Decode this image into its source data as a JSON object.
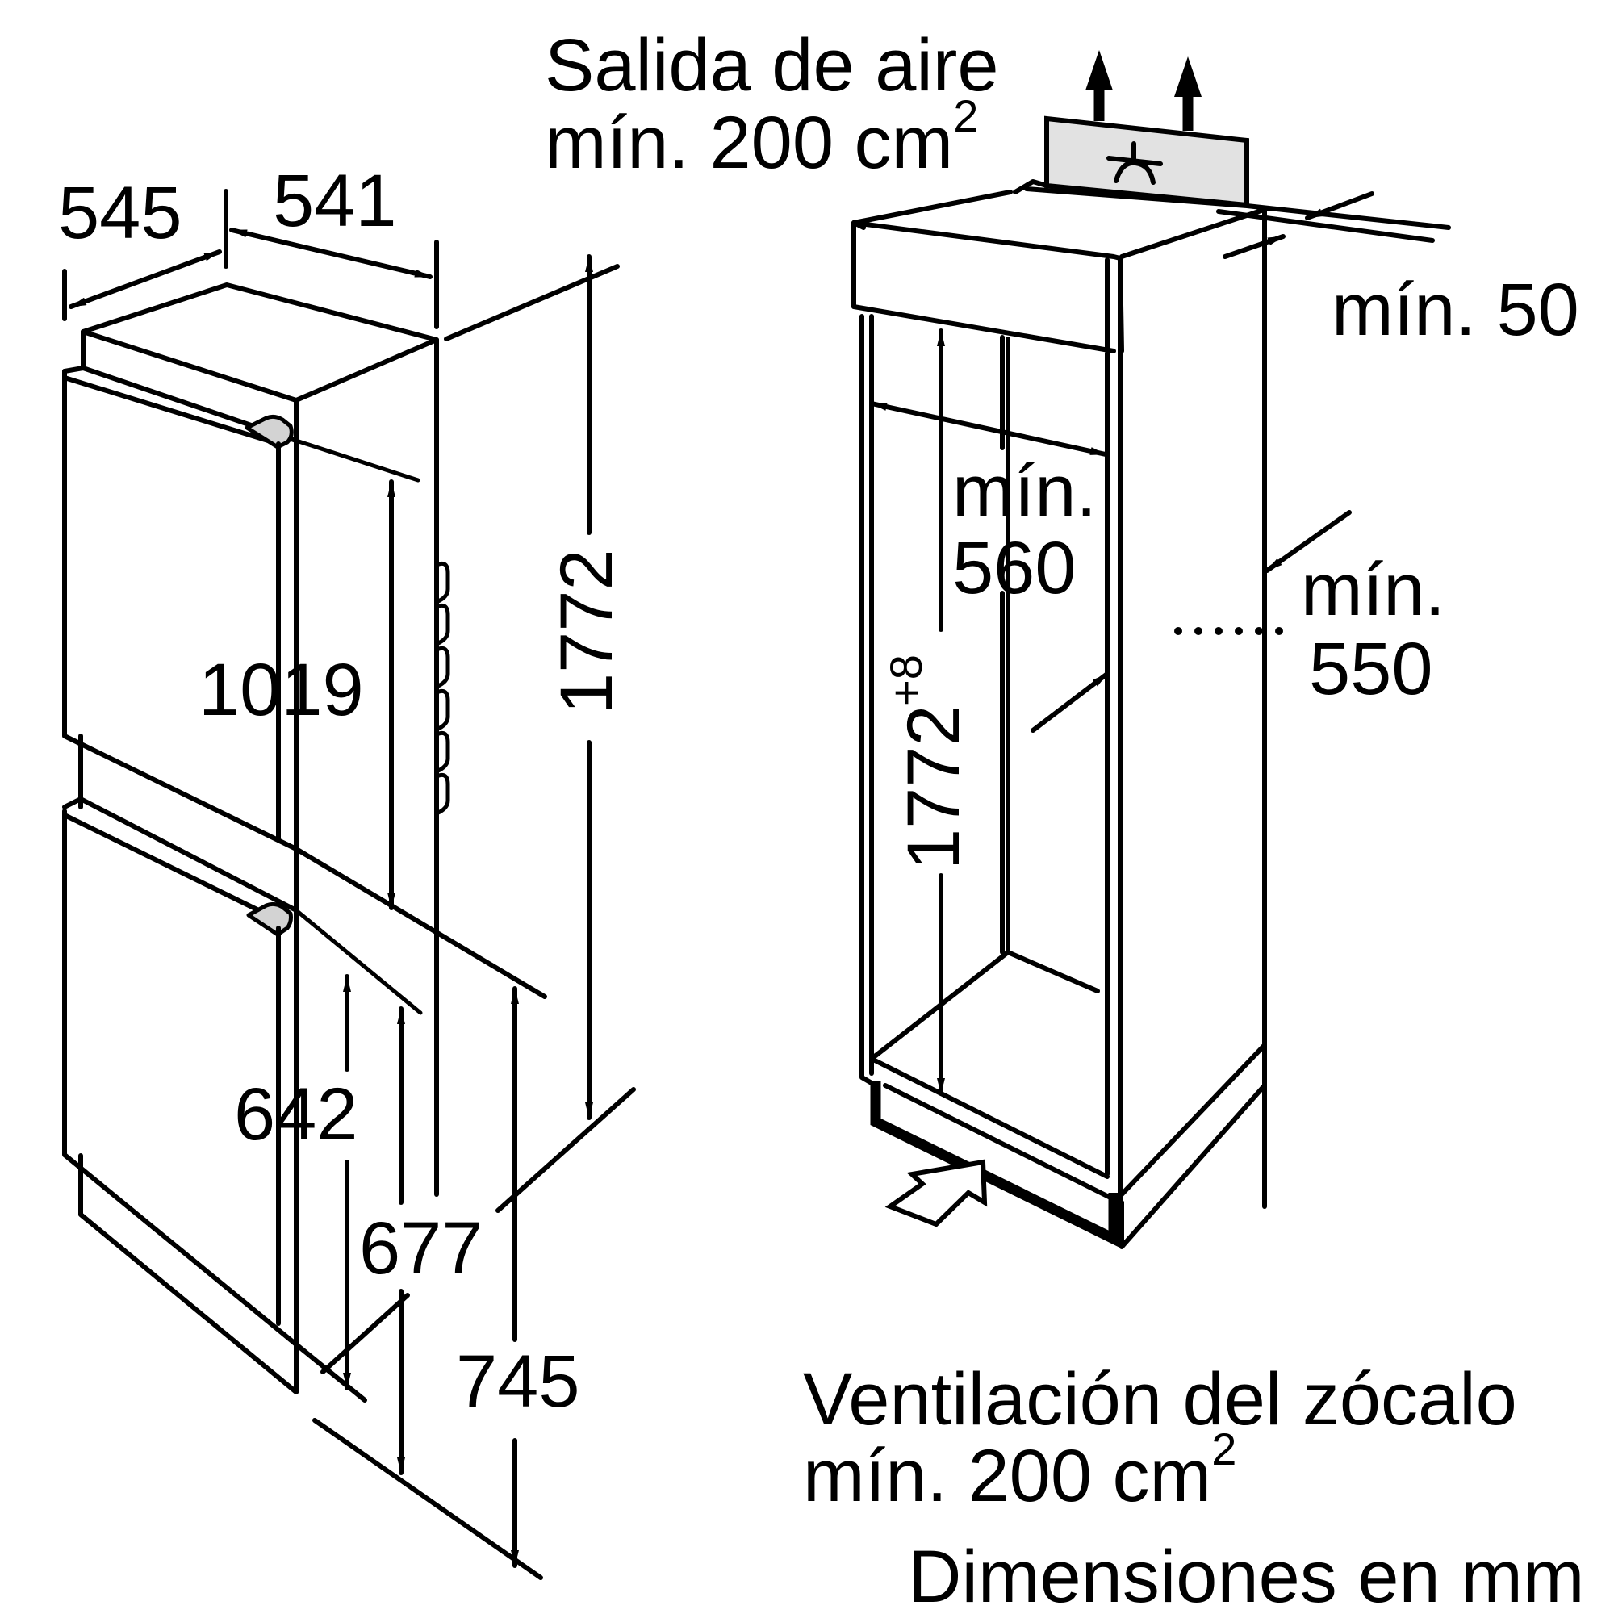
{
  "colors": {
    "line": "#000000",
    "background": "#ffffff",
    "vent_panel_fill": "#e2e2e2",
    "handle_fill": "#d3d3d3"
  },
  "icons": {
    "fan": "fan-icon",
    "air_out_arrows": "arrow-up-icon",
    "air_in_arrow": "hollow-arrow-icon",
    "dimension_arrows": "double-arrow-icon"
  },
  "appliance": {
    "width": "545",
    "depth": "541",
    "height_total": "1772",
    "height_upper_door": "1019",
    "height_lower_door": "642",
    "height_to_lower_hinge": "677",
    "height_to_divider": "745"
  },
  "niche": {
    "air_outlet_title": "Salida de aire",
    "air_outlet_area_prefix": "mín. 200 cm",
    "air_outlet_area_exp": "2",
    "top_gap_label": "mín. 50",
    "niche_width_prefix": "mín.",
    "niche_width_value": "560",
    "niche_depth_prefix": "mín.",
    "niche_depth_value": "550",
    "niche_height_value": "1772",
    "niche_height_tolerance": "+8",
    "plinth_vent_title": "Ventilación del zócalo",
    "plinth_vent_area_prefix": "mín. 200 cm",
    "plinth_vent_area_exp": "2"
  },
  "footer": {
    "units_note": "Dimensiones en mm"
  }
}
